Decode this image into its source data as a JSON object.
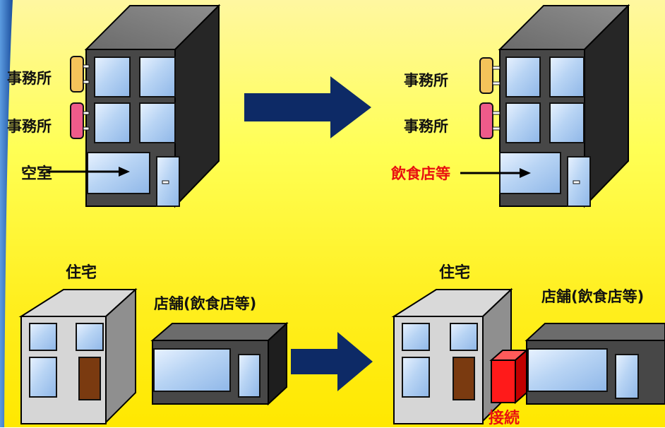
{
  "scenario_1": {
    "before": {
      "floor_3_label": "事務所",
      "floor_2_label": "事務所",
      "floor_1_label": "空室"
    },
    "after": {
      "floor_3_label": "事務所",
      "floor_2_label": "事務所",
      "floor_1_label": "飲食店等"
    }
  },
  "scenario_2": {
    "before": {
      "house_label": "住宅",
      "shop_label": "店舗(飲食店等)"
    },
    "after": {
      "house_label": "住宅",
      "shop_label": "店舗(飲食店等)",
      "connection_label": "接続"
    }
  },
  "colors": {
    "background_top": "#fff7a0",
    "background_bottom": "#ffe800",
    "arrow": "#0d2a66",
    "building_front": "#474747",
    "building_side": "#262626",
    "window": "#b8d4f4",
    "sign_office_1": "#f4c35a",
    "sign_office_2": "#ee5b8a",
    "highlight_text": "#e81010",
    "connector": "#ff1a1a",
    "house_front": "#d6d6d6",
    "door": "#7a3a10"
  }
}
